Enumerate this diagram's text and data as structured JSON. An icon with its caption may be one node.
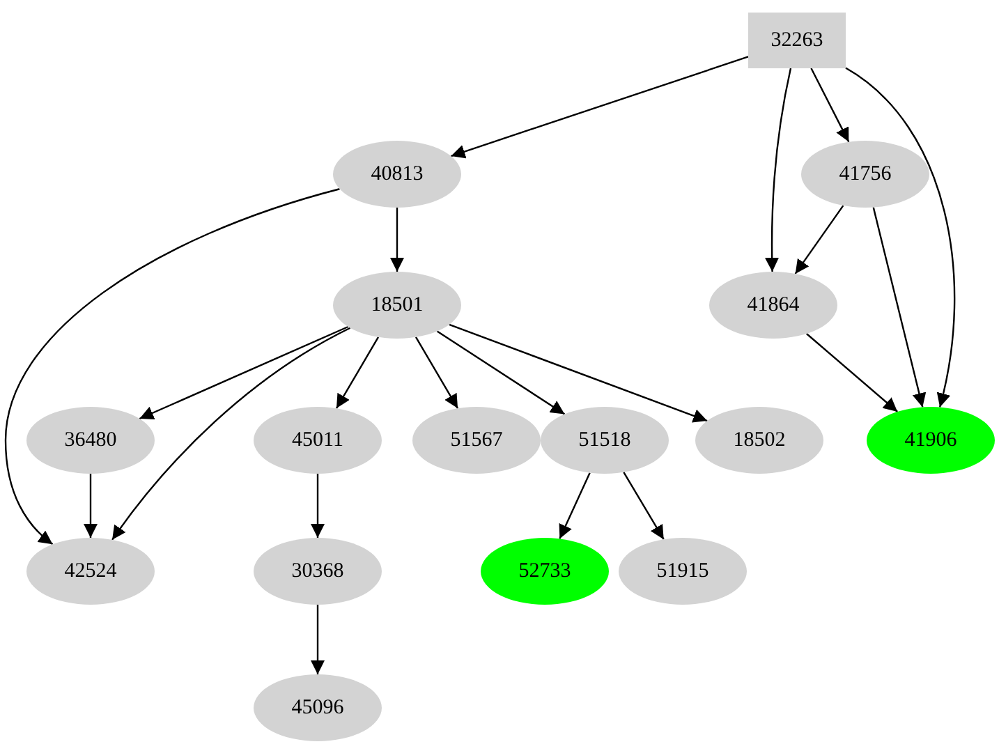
{
  "diagram": {
    "nodes": [
      {
        "text": [
          "32263"
        ]
      },
      {
        "text": [
          "40813"
        ]
      },
      {
        "text": [
          "41756"
        ]
      },
      {
        "text": [
          "18501"
        ]
      },
      {
        "text": [
          "41864"
        ]
      },
      {
        "text": [
          "36480"
        ]
      },
      {
        "text": [
          "45011"
        ]
      },
      {
        "text": [
          "51567"
        ]
      },
      {
        "text": [
          "51518"
        ]
      },
      {
        "text": [
          "18502"
        ]
      },
      {
        "text": [
          "41906"
        ]
      },
      {
        "text": [
          "42524"
        ]
      },
      {
        "text": [
          "30368"
        ]
      },
      {
        "text": [
          "52733"
        ]
      },
      {
        "text": [
          "51915"
        ]
      },
      {
        "text": [
          "45096"
        ]
      }
    ],
    "edges": [
      {
        "from": 0,
        "to": 1,
        "arrow": "to"
      },
      {
        "from": 0,
        "to": 2,
        "arrow": "to"
      },
      {
        "from": 0,
        "to": 4,
        "arrow": "to"
      },
      {
        "from": 0,
        "to": 10,
        "arrow": "to"
      },
      {
        "from": 1,
        "to": 11,
        "arrow": "to"
      },
      {
        "from": 1,
        "to": 3,
        "arrow": "to"
      },
      {
        "from": 2,
        "to": 4,
        "arrow": "to"
      },
      {
        "from": 2,
        "to": 10,
        "arrow": "to"
      },
      {
        "from": 3,
        "to": 5,
        "arrow": "to"
      },
      {
        "from": 3,
        "to": 11,
        "arrow": "to"
      },
      {
        "from": 3,
        "to": 6,
        "arrow": "to"
      },
      {
        "from": 3,
        "to": 7,
        "arrow": "to"
      },
      {
        "from": 3,
        "to": 8,
        "arrow": "to"
      },
      {
        "from": 3,
        "to": 9,
        "arrow": "to"
      },
      {
        "from": 4,
        "to": 10,
        "arrow": "to"
      },
      {
        "from": 5,
        "to": 11,
        "arrow": "to"
      },
      {
        "from": 6,
        "to": 12,
        "arrow": "to"
      },
      {
        "from": 8,
        "to": 13,
        "arrow": "to"
      },
      {
        "from": 8,
        "to": 14,
        "arrow": "to"
      },
      {
        "from": 12,
        "to": 15,
        "arrow": "to"
      }
    ]
  }
}
